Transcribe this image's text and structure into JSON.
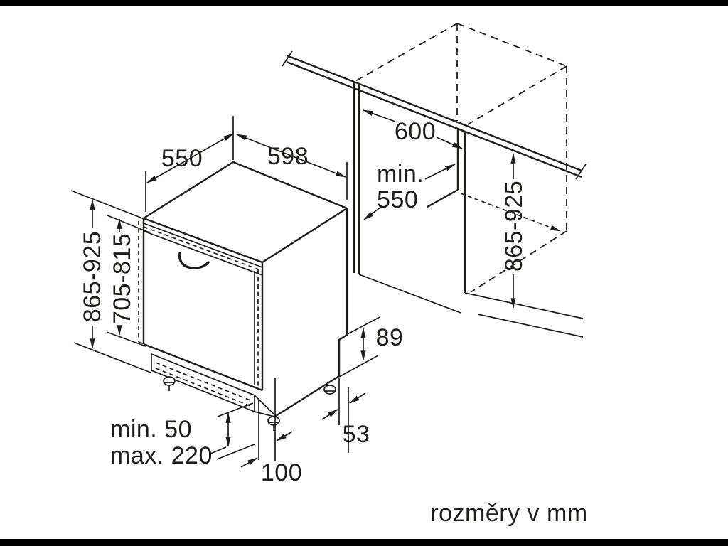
{
  "diagram": {
    "units_note": "rozměry v mm",
    "colors": {
      "line": "#1d1d1b",
      "background": "#ffffff",
      "letterbox": "#000000"
    },
    "dimensions": {
      "appliance_depth": "550",
      "appliance_width": "598",
      "niche_width": "600",
      "niche_depth_prefix": "min.",
      "niche_depth_value": "550",
      "niche_height": "865-925",
      "appliance_height": "865-925",
      "door_panel_height": "705-815",
      "rear_foot_height": "89",
      "rear_foot_offset": "53",
      "front_foot_offset": "100",
      "plinth_min": "min. 50",
      "plinth_max": "max. 220"
    }
  }
}
